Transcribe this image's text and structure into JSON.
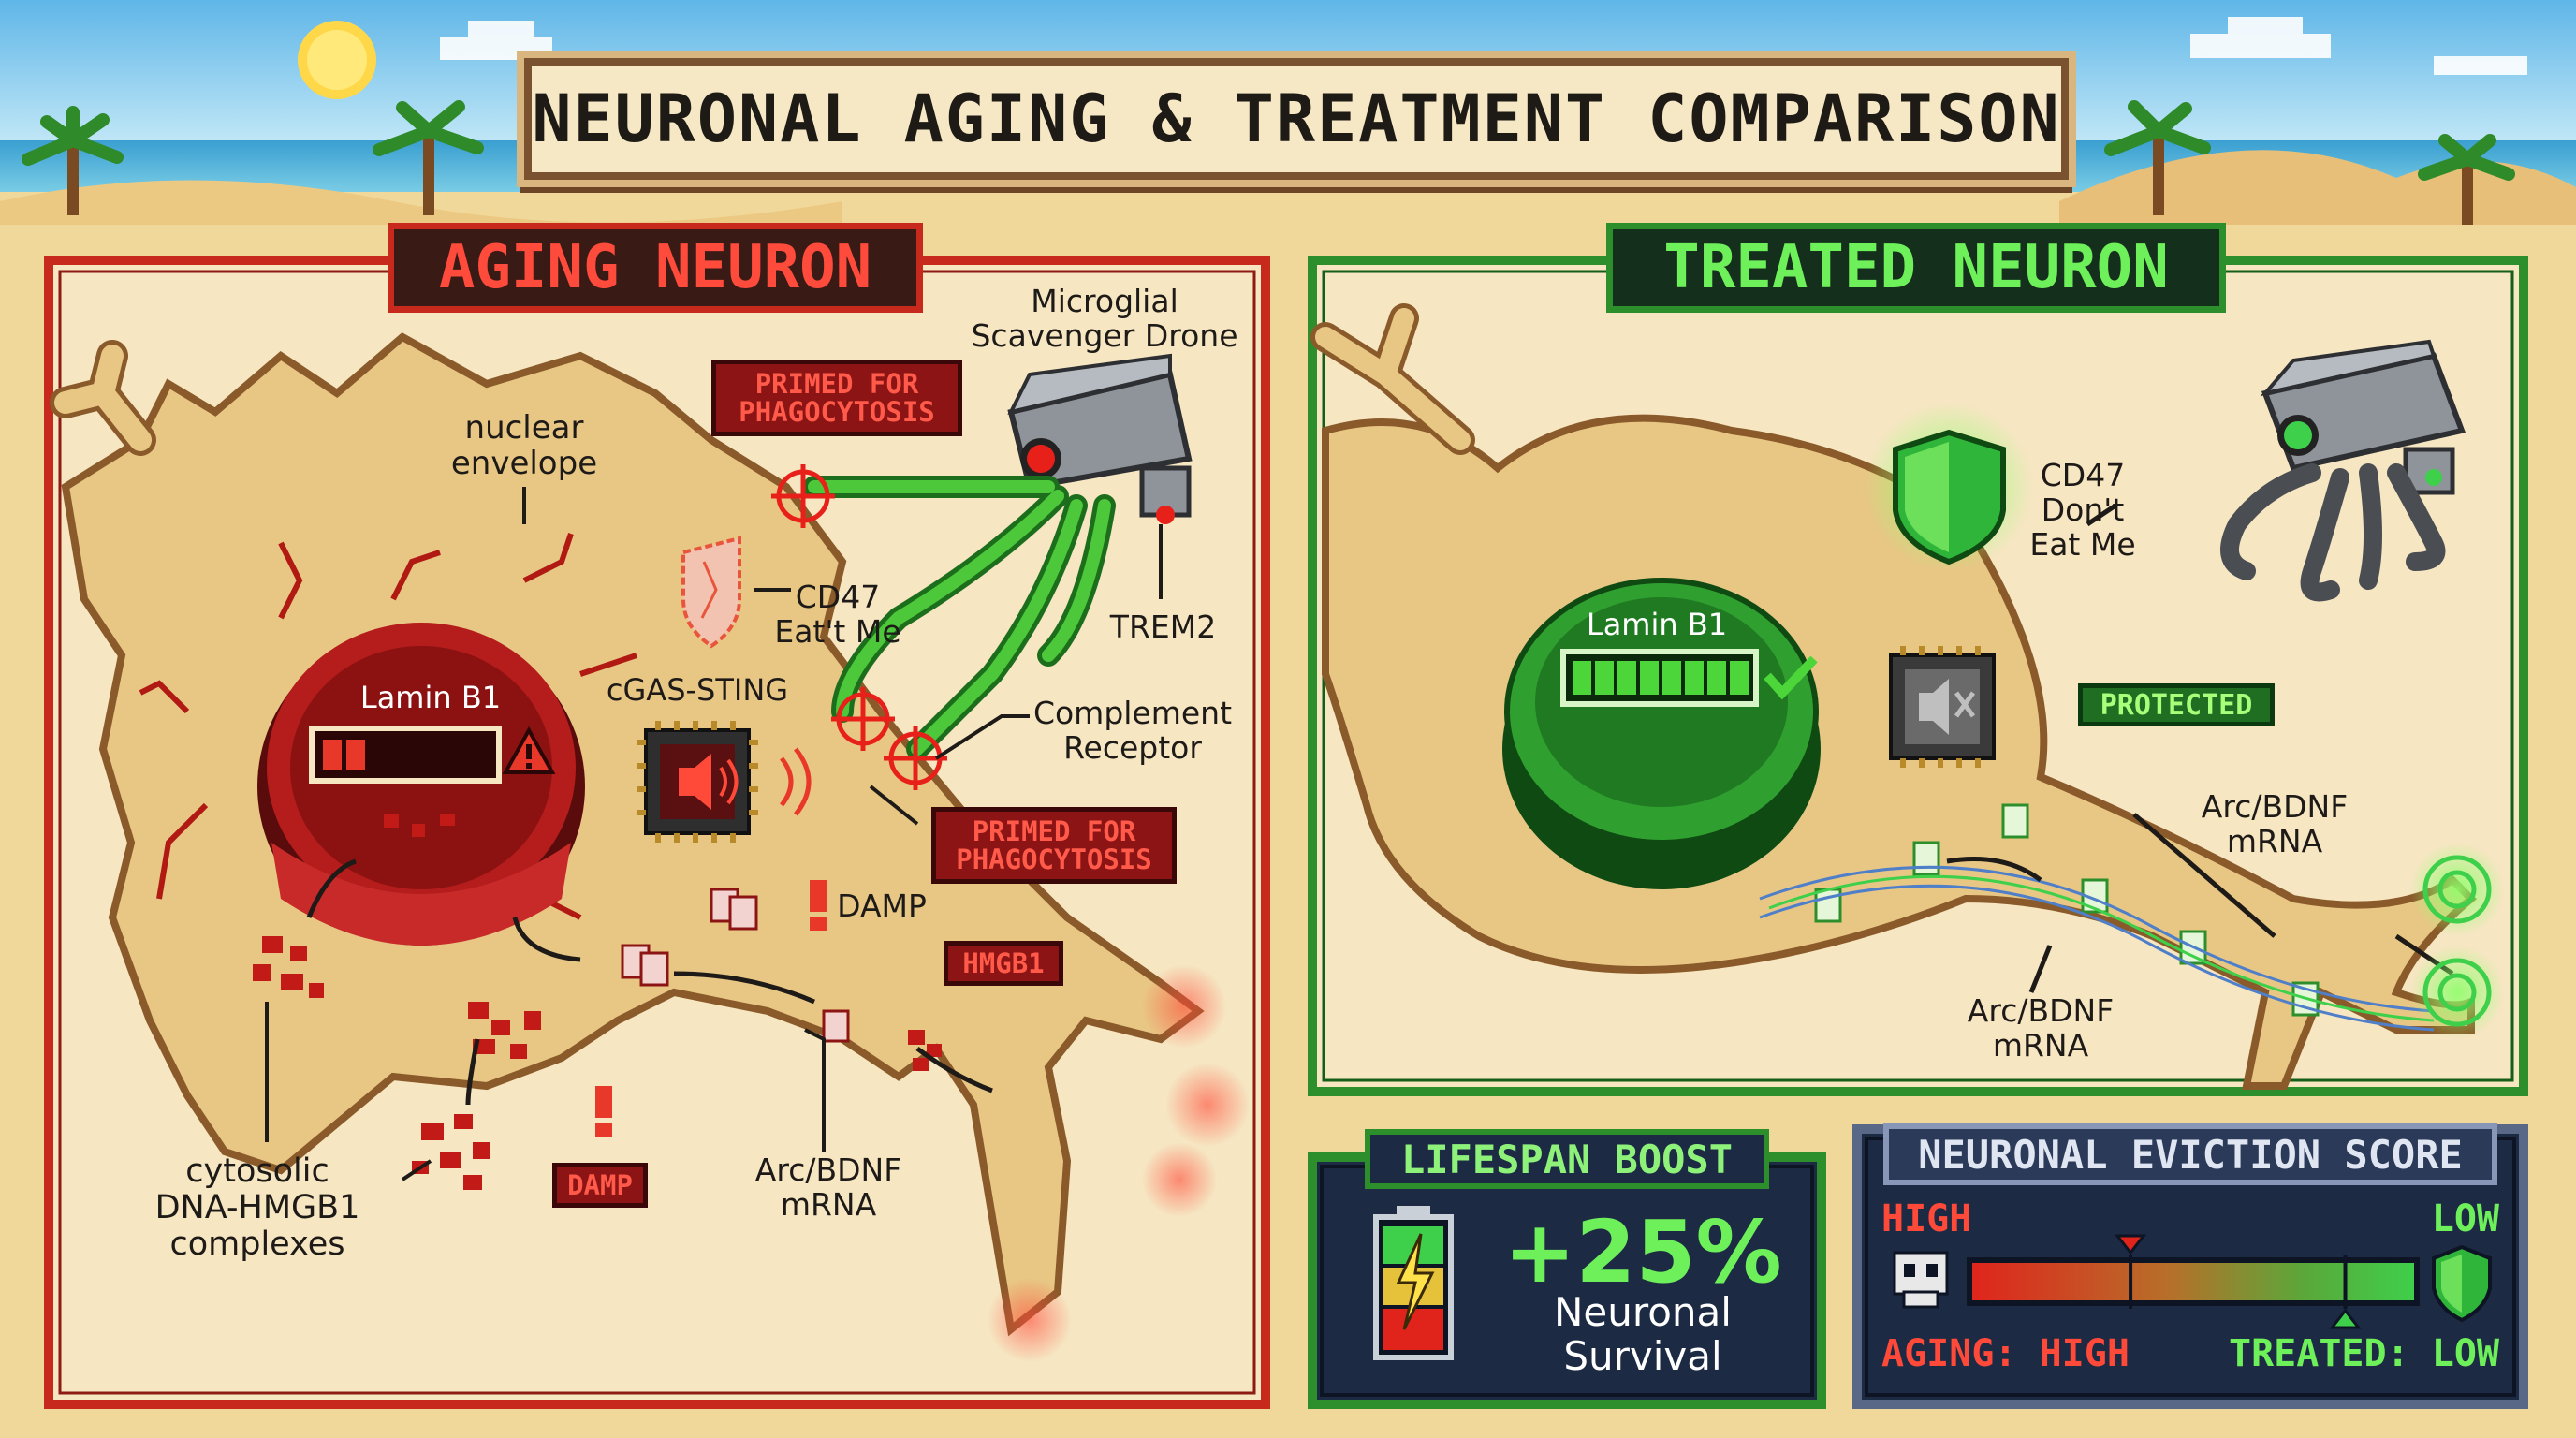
{
  "title": "NEURONAL AGING & TREATMENT COMPARISON",
  "aging_panel": {
    "title": "AGING NEURON",
    "labels": {
      "nuclear_envelope": "nuclear\nenvelope",
      "lamin": "Lamin B1",
      "cgas": "cGAS-STING",
      "cd47": "CD47\nEat't Me",
      "microglia": "Microglial\nScavenger Drone",
      "trem2": "TREM2",
      "complement": "Complement\nReceptor",
      "damp_right": "DAMP",
      "arc": "Arc/BDNF\nmRNA",
      "cytosolic": "cytosolic\nDNA-HMGB1\ncomplexes"
    },
    "tags": {
      "primed_top": "PRIMED FOR\nPHAGOCYTOSIS",
      "primed_mid": "PRIMED FOR\nPHAGOCYTOSIS",
      "hmgb1": "HMGB1",
      "damp_bottom": "DAMP"
    }
  },
  "treated_panel": {
    "title": "TREATED NEURON",
    "labels": {
      "cd47": "CD47\nDon't\nEat Me",
      "lamin": "Lamin B1",
      "arc_right": "Arc/BDNF\nmRNA",
      "arc_bottom": "Arc/BDNF\nmRNA"
    },
    "tags": {
      "protected": "PROTECTED"
    }
  },
  "lifespan": {
    "title": "LIFESPAN BOOST",
    "value": "+25%",
    "caption": "Neuronal\nSurvival"
  },
  "eviction": {
    "title": "NEURONAL EVICTION SCORE",
    "high_label": "HIGH",
    "low_label": "LOW",
    "aging_label": "AGING: HIGH",
    "treated_label": "TREATED: LOW",
    "aging_marker_fraction": 0.36,
    "treated_marker_fraction": 0.84
  },
  "colors": {
    "aging_red": "#d62a1e",
    "treated_green": "#2fa83a",
    "sand": "#f0d89a",
    "cytoplasm": "#e8c785"
  },
  "icons": [
    "sun-icon",
    "palm-tree-icon",
    "microglia-drone-icon",
    "shield-icon",
    "chip-speaker-icon",
    "battery-icon",
    "skull-icon",
    "checkmark-icon",
    "warning-icon",
    "mrna-document-icon"
  ]
}
